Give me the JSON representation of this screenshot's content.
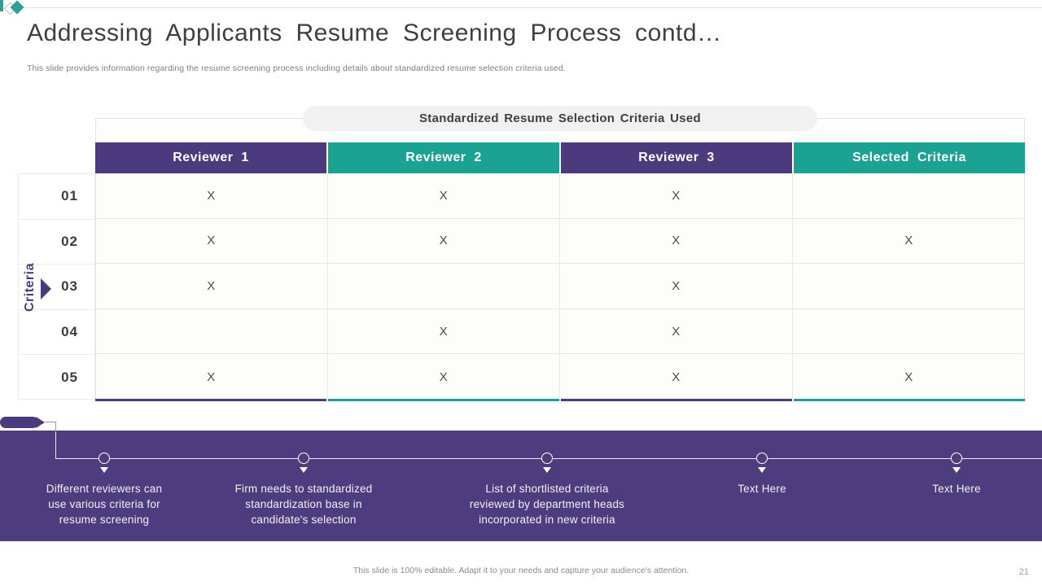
{
  "slide": {
    "title": "Addressing Applicants Resume Screening Process contd…",
    "subtitle": "This slide provides information regarding the resume screening process including details about standardized resume selection criteria used.",
    "footer_note": "This slide is 100% editable. Adapt it to your needs and capture your audience's attention.",
    "page_number": "21"
  },
  "table": {
    "caption": "Standardized Resume Selection Criteria Used",
    "axis_label": "Criteria",
    "columns": [
      {
        "label": "Reviewer 1",
        "color": "#4b3a7e"
      },
      {
        "label": "Reviewer 2",
        "color": "#1ba293"
      },
      {
        "label": "Reviewer 3",
        "color": "#4b3a7e"
      },
      {
        "label": "Selected Criteria",
        "color": "#1ba293"
      }
    ],
    "rows": [
      {
        "num": "01",
        "cells": [
          "X",
          "X",
          "X",
          ""
        ]
      },
      {
        "num": "02",
        "cells": [
          "X",
          "X",
          "X",
          "X"
        ]
      },
      {
        "num": "03",
        "cells": [
          "X",
          "",
          "X",
          ""
        ]
      },
      {
        "num": "04",
        "cells": [
          "",
          "X",
          "X",
          ""
        ]
      },
      {
        "num": "05",
        "cells": [
          "X",
          "X",
          "X",
          "X"
        ]
      }
    ]
  },
  "timeline": {
    "items": [
      {
        "lines": [
          "Different reviewers can",
          "use various criteria for",
          "resume screening"
        ]
      },
      {
        "lines": [
          "Firm needs to standardized",
          "standardization base in",
          "candidate's selection"
        ]
      },
      {
        "lines": [
          "List of shortlisted criteria",
          "reviewed by department heads",
          "incorporated in new criteria"
        ]
      },
      {
        "lines": [
          "Text Here"
        ]
      },
      {
        "lines": [
          "Text Here"
        ]
      }
    ]
  },
  "colors": {
    "purple": "#4b3a7e",
    "teal": "#1ba293",
    "banner_purple": "#4d3d7e",
    "caption_pill_bg": "#f1f1f1"
  },
  "icons": {
    "top_left": "diamond-icon"
  }
}
